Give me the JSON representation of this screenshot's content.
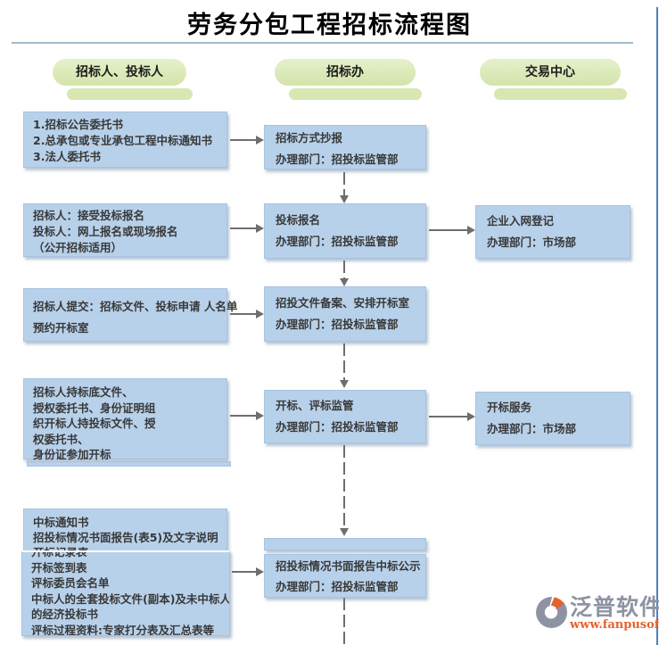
{
  "title": "劳务分包工程招标流程图",
  "headers": {
    "left": "招标人、投标人",
    "middle": "招标办",
    "right": "交易中心"
  },
  "flow": {
    "r1_left": {
      "lines": [
        "1.招标公告委托书",
        "2.总承包或专业承包工程中标通知书",
        "3.法人委托书"
      ]
    },
    "r1_mid": {
      "lines": [
        "招标方式抄报",
        "办理部门：招投标监管部"
      ]
    },
    "r2_left": {
      "lines": [
        "招标人：接受投标报名",
        "投标人：网上报名或现场报名",
        "（公开招标适用）"
      ]
    },
    "r2_mid": {
      "lines": [
        "投标报名",
        "办理部门：招投标监管部"
      ]
    },
    "r2_right": {
      "lines": [
        "企业入网登记",
        "办理部门：市场部"
      ]
    },
    "r3_left": {
      "lines": [
        "招标人提交：招标文件、投标申请 人名单",
        "预约开标室"
      ]
    },
    "r3_mid": {
      "lines": [
        "招投文件备案、安排开标室",
        "办理部门：招投标监管部"
      ]
    },
    "r4_left": {
      "lines": [
        "招标人持标底文件、",
        "授权委托书、身份证明组",
        "织开标人持投标文件、授",
        "权委托书、",
        "身份证参加开标"
      ]
    },
    "r4_mid": {
      "lines": [
        "开标、评标监管",
        "办理部门：招投标监管部"
      ]
    },
    "r4_right": {
      "lines": [
        "开标服务",
        "办理部门：市场部"
      ]
    },
    "r5_left_a": {
      "lines": [
        "中标通知书",
        "招投标情况书面报告(表5)及文字说明",
        "开标记录表"
      ]
    },
    "r5_left_b": {
      "lines": [
        "开标记录表",
        "开标签到表",
        "评标委员会名单",
        "中标人的全套投标文件(副本)及未中标人",
        "的经济投标书",
        "评标过程资料:专家打分表及汇总表等"
      ]
    },
    "r5_mid": {
      "lines": [
        "招投标情况书面报告中标公示",
        "办理部门：招投标监管部"
      ]
    }
  },
  "logo": {
    "name": "泛普软件",
    "website": "www.fanpusoft.com"
  },
  "colors": {
    "box_blue": "#b8d1ea",
    "pill_green": "#d8e7b2",
    "arrow_gray": "#6e6e6e",
    "divider_blue": "#9fbccb",
    "frame_blue": "#4f81bd",
    "logo_gray": "#8d93a2",
    "logo_orange": "#e2632e"
  }
}
